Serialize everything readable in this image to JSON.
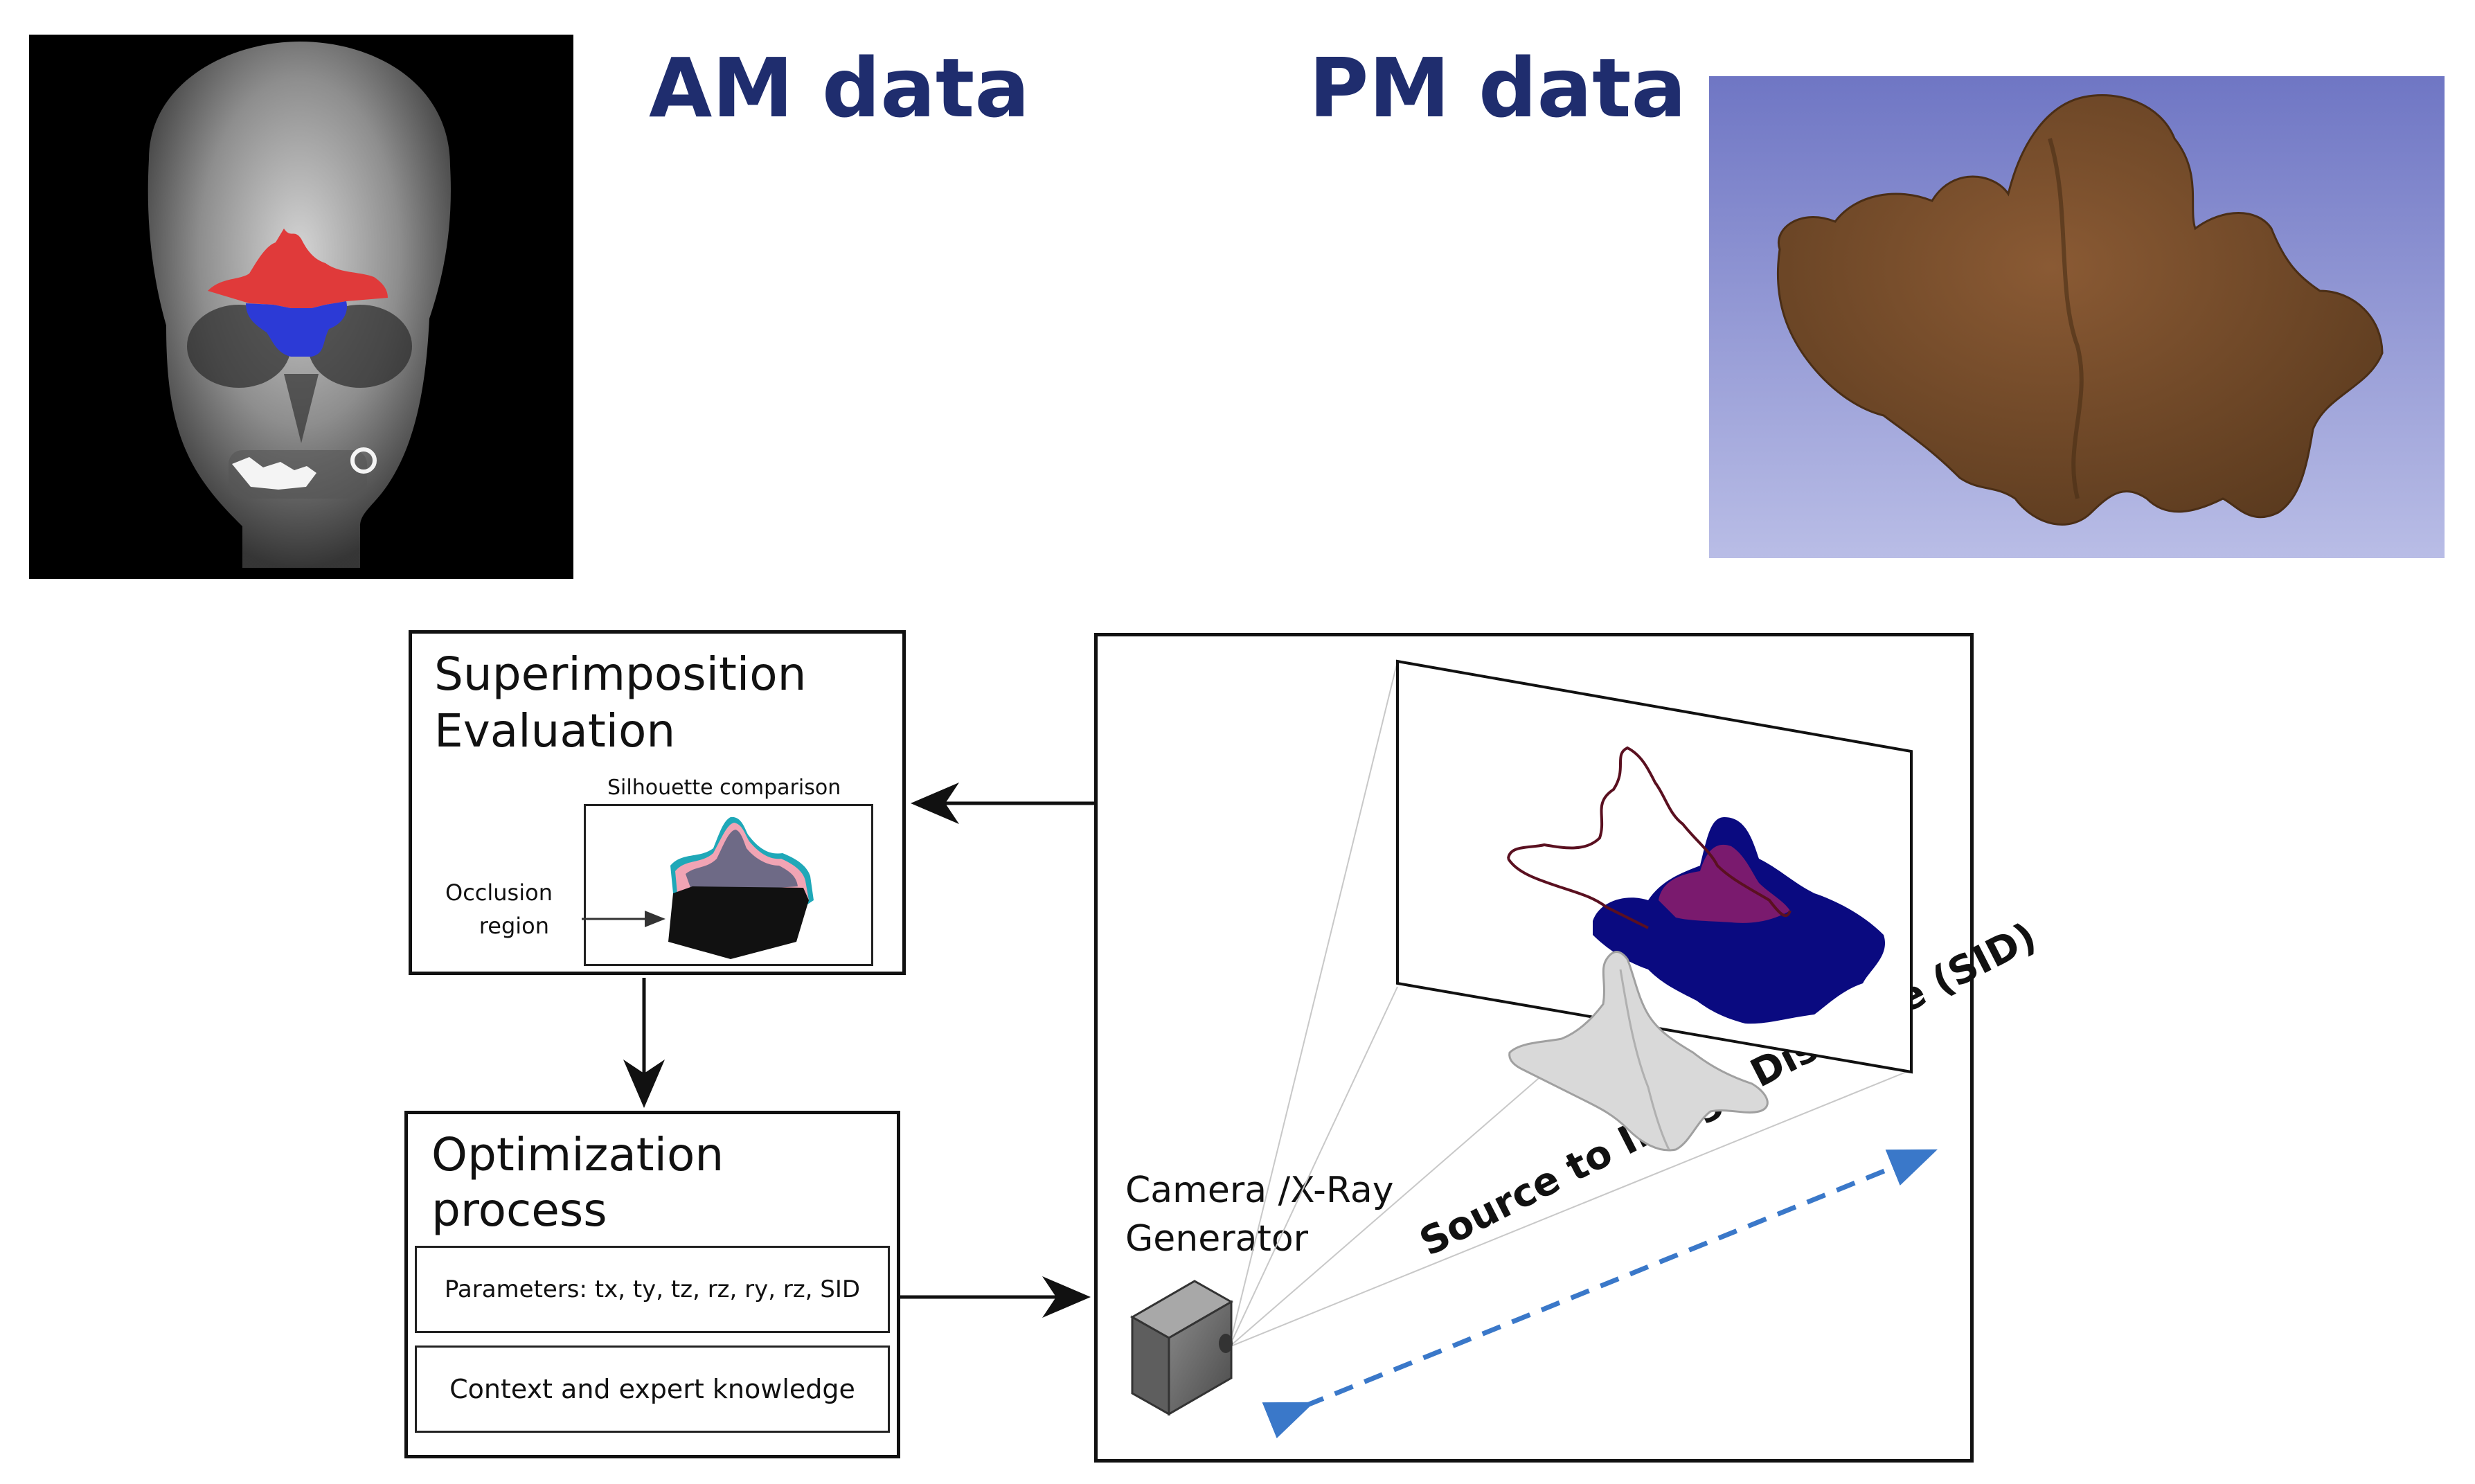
{
  "headings": {
    "am": "AM data",
    "pm": "PM data"
  },
  "evaluation": {
    "title_line1": "Superimposition",
    "title_line2": "Evaluation",
    "inset_label": "Silhouette comparison",
    "occlusion_line1": "Occlusion",
    "occlusion_line2": "region"
  },
  "optimization": {
    "title_line1": "Optimization",
    "title_line2": "process",
    "parameters": "Parameters: tx, ty, tz, rz, ry, rz, SID",
    "context": "Context and expert knowledge"
  },
  "projection": {
    "camera_line1": "Camera /X-Ray",
    "camera_line2": "Generator",
    "sid_label": "Source to Image Distance (SID)"
  },
  "colors": {
    "heading": "#1f2d6e",
    "frontal_sinus_red": "#e03a3a",
    "frontal_sinus_blue": "#2c3ad6",
    "projection_navy": "#0a0a80",
    "overlap_purple": "#7a1a6e",
    "outline_maroon": "#5a1020",
    "bone_brown": "#6e4526",
    "sid_arrow": "#3a78c9"
  }
}
